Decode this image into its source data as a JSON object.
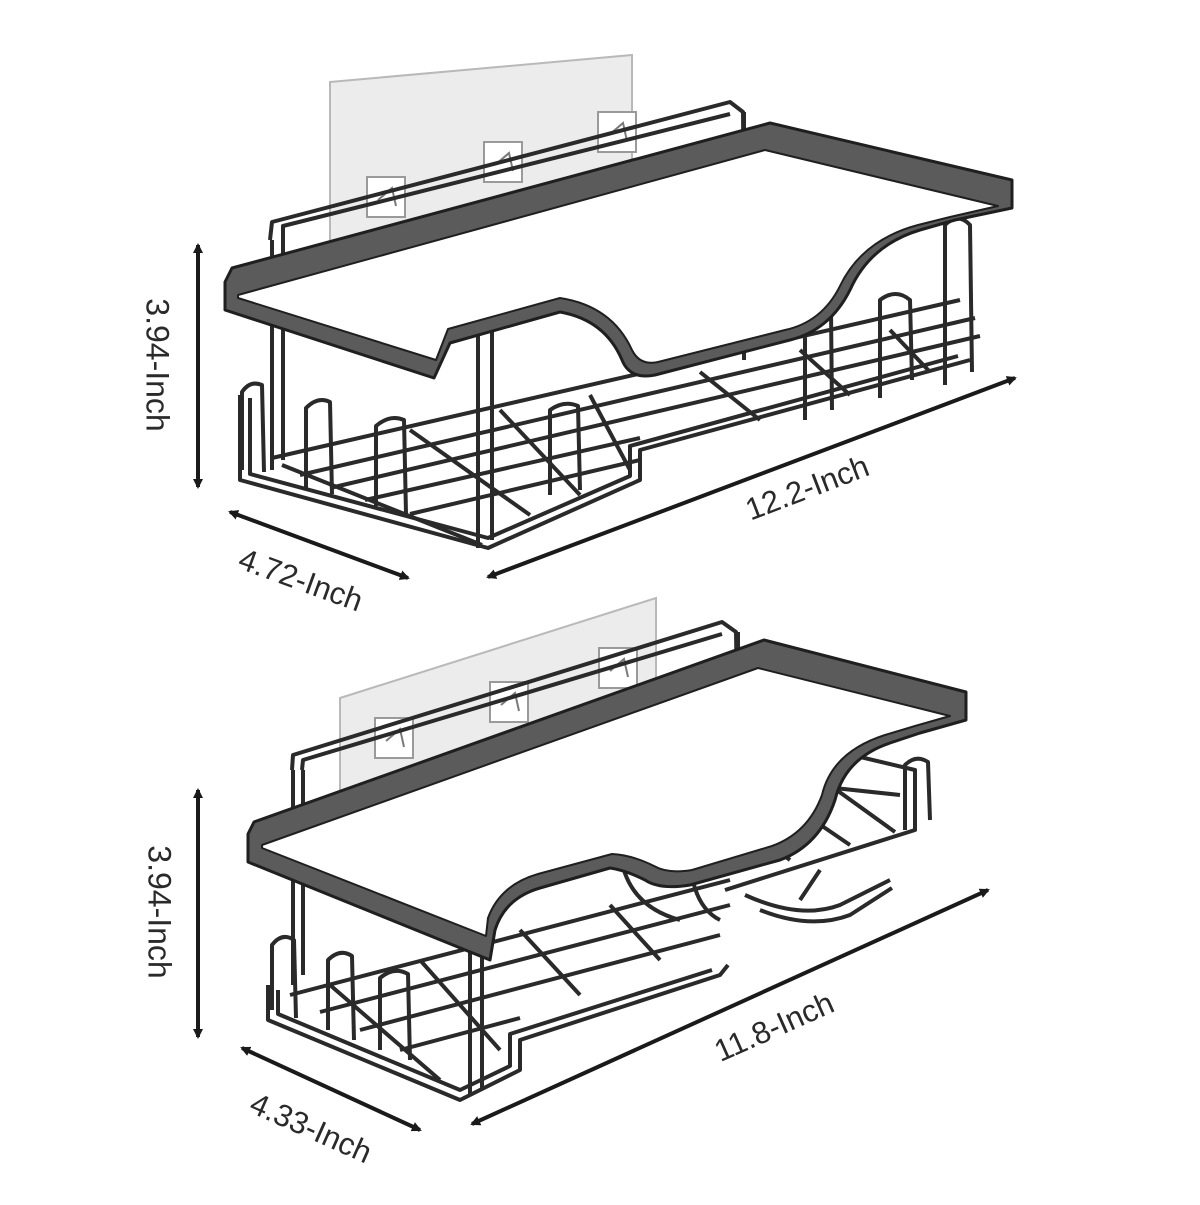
{
  "colors": {
    "background": "#ffffff",
    "frame": "#5b5b5b",
    "frame_edge": "#1f1f1f",
    "wire": "#2a2a2a",
    "adhesive_pad": "#ececec",
    "arrow": "#1a1a1a",
    "label_text": "#2a2a2a"
  },
  "top_basket": {
    "height_label": "3.94-Inch",
    "depth_label": "4.72-Inch",
    "width_label": "12.2-Inch"
  },
  "bottom_basket": {
    "height_label": "3.94-Inch",
    "depth_label": "4.33-Inch",
    "width_label": "11.8-Inch"
  }
}
